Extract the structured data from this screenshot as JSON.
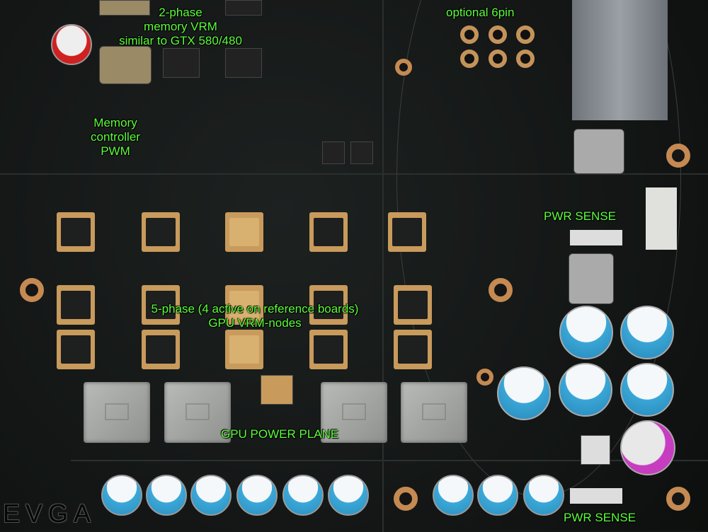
{
  "annotations": {
    "memory_vrm": [
      "2-phase",
      "memory VRM",
      "similar to GTX 580/480"
    ],
    "optional_6pin": "optional 6pin",
    "memory_pwm": [
      "Memory",
      "controller",
      "PWM"
    ],
    "pwr_sense_top": "PWR SENSE",
    "pwr_sense_bottom": "PWR SENSE",
    "gpu_vrm": [
      "5-phase (4 active on reference boards)",
      "GPU VRM-nodes"
    ],
    "gpu_power_plane": "GPU POWER PLANE"
  },
  "logo": "EVGA",
  "colors": {
    "annotation": "#5cff3a",
    "board": "#141716",
    "copper": "#c58a52"
  }
}
